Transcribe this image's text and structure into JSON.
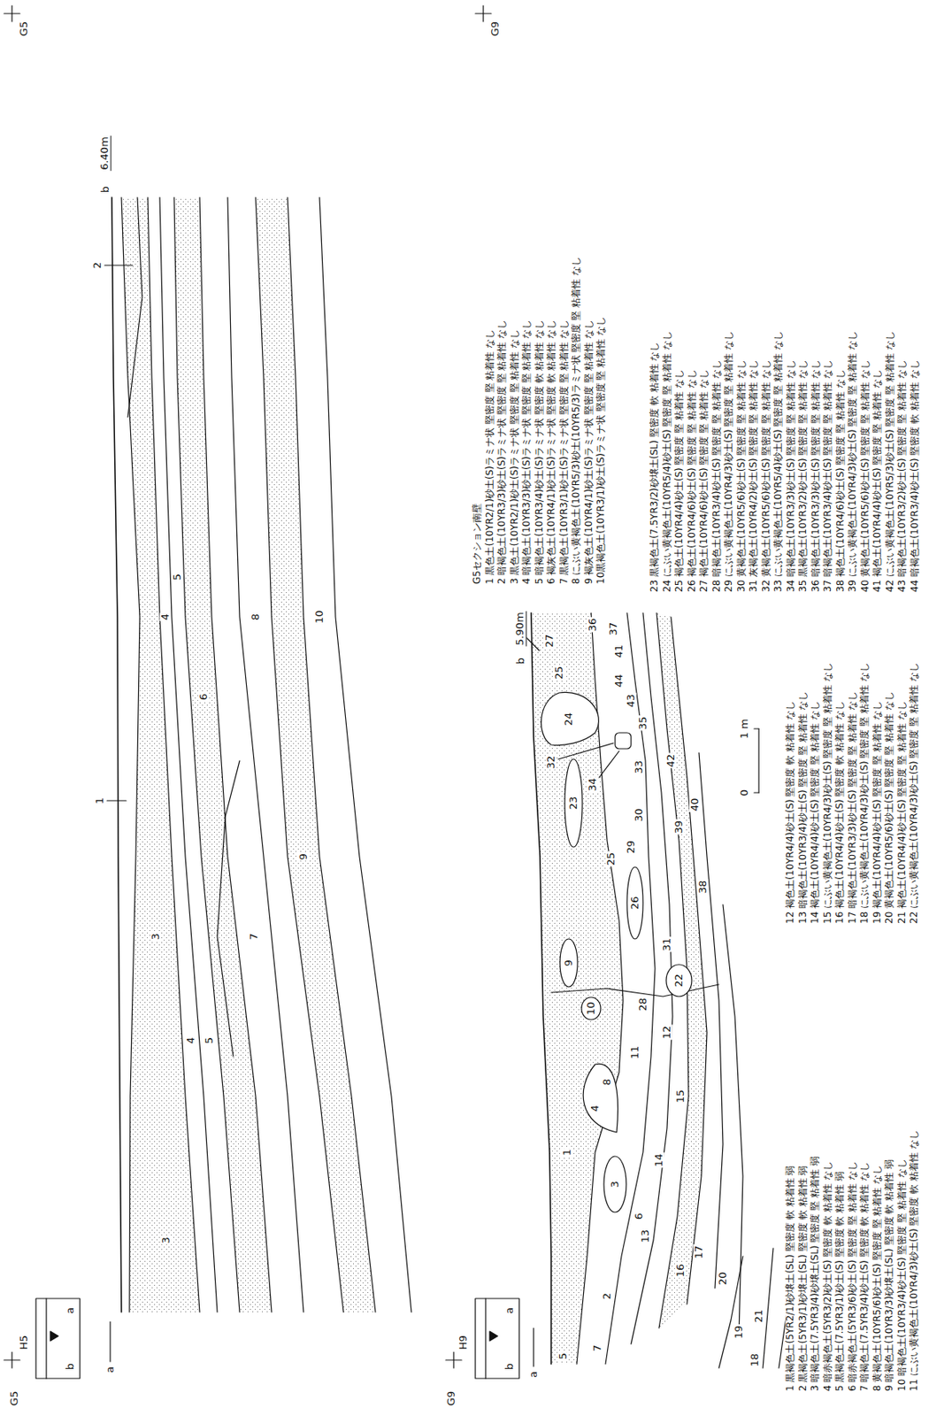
{
  "diagram": {
    "labels": [
      "G5",
      "b",
      "a",
      "H5",
      "G5",
      "a",
      "b",
      "6.40m",
      "1",
      "2",
      "3",
      "4",
      "5",
      "3",
      "4",
      "5",
      "6",
      "7",
      "8",
      "9",
      "10",
      "G5セクション南壁",
      "1 黒色土(10YR2/1)砂土(S)ラミナ状 堅密度 堅 粘着性 なし",
      "2 暗褐色土(10YR3/3)砂土(S)ラミナ状 堅密度 堅 粘着性 なし",
      "3 黒色土(10YR2/1)砂土(S)ラミナ状 堅密度 堅 粘着性 なし",
      "4 暗褐色土(10YR3/3)砂土(S)ラミナ状 堅密度 堅 粘着性 なし",
      "5 暗褐色土(10YR3/4)砂土(S)ラミナ状 堅密度 軟 粘着性 なし",
      "6 褐灰色土(10YR4/1)砂土(S)ラミナ状 堅密度 軟 粘着性 なし",
      "7 黒褐色土(10YR3/1)砂土(S)ラミナ状 堅密度 堅 粘着性 なし",
      "8 にぶい黄褐色土(10YR5/3)砂土(10YR5/3)ラミナ状 堅密度 堅 粘着性 なし",
      "9 褐灰色土(10YR4/1)砂土(S)ラミナ状 堅密度 堅 粘着性 なし",
      "10黒褐色土(10YR3/1)砂土(S)ラミナ状 堅密度 堅 粘着性 なし",
      "G9",
      "b",
      "a",
      "H9",
      "G9",
      "a",
      "b",
      "5.90m",
      "1",
      "2",
      "3",
      "4",
      "5",
      "6",
      "7",
      "8",
      "9",
      "10",
      "11",
      "12",
      "13",
      "14",
      "15",
      "16",
      "17",
      "18",
      "19",
      "20",
      "21",
      "22",
      "23",
      "24",
      "25",
      "25",
      "26",
      "27",
      "28",
      "29",
      "30",
      "31",
      "32",
      "33",
      "34",
      "35",
      "36",
      "37",
      "38",
      "39",
      "40",
      "41",
      "42",
      "43",
      "44",
      "0",
      "1 m",
      "1 黒褐色土(5YR2/1)砂壌土(SL) 堅密度 軟 粘着性 弱",
      "2 黒褐色土(5YR3/1)砂壌土(SL) 堅密度 軟 粘着性 弱",
      "3 暗褐色土(7.5YR3/4)砂壌土(SL) 堅密度 堅 粘着性 弱",
      "4 暗赤褐色土(5YR3/2)砂土(S) 堅密度 軟 粘着性 なし",
      "5 黒褐色土(7.5YR3/1)砂土(S) 堅密度 軟 粘着性 弱",
      "6 暗赤褐色土(5YR3/6)砂土(S) 堅密度 堅 粘着性 なし",
      "7 暗褐色土(7.5YR3/4)砂土(S) 堅密度 軟 粘着性 なし",
      "8 黄褐色土(10YR5/6)砂土(S) 堅密度 堅 粘着性 なし",
      "9 暗褐色土(10YR3/3)砂壌土(SL) 堅密度 軟 粘着性 弱",
      "10 暗褐色土(10YR3/4)砂土(S) 堅密度 堅 粘着性 なし",
      "11 にぶい黄褐色土(10YR4/3)砂土(S) 堅密度 軟 粘着性 なし",
      "12 褐色土(10YR4/4)砂土(S) 堅密度 軟 粘着性 なし",
      "13 暗褐色土(10YR3/4)砂土(S) 堅密度 堅 粘着性 なし",
      "14 褐色土(10YR4/4)砂土(S) 堅密度 堅 粘着性 なし",
      "15 にぶい黄褐色土(10YR4/3)砂土(S) 堅密度 堅 粘着性 なし",
      "16 褐色土(10YR4/4)砂土(S) 堅密度 軟 粘着性 なし",
      "17 暗褐色土(10YR3/3)砂土(S) 堅密度 堅 粘着性 なし",
      "18 にぶい黄褐色土(10YR4/3)砂土(S) 堅密度 堅 粘着性 なし",
      "19 褐色土(10YR4/4)砂土(S) 堅密度 堅 粘着性 なし",
      "20 黄褐色土(10YR5/6)砂土(S) 堅密度 堅 粘着性 なし",
      "21 褐色土(10YR4/4)砂土(S) 堅密度 堅 粘着性 なし",
      "22 にぶい黄褐色土(10YR4/3)砂土(S) 堅密度 堅 粘着性 なし",
      "23 黒褐色土(7.5YR3/2)砂壌土(SL) 堅密度 軟 粘着性 なし",
      "24 にぶい黄褐色土(10YR5/4)砂土(S) 堅密度 堅 粘着性 なし",
      "25 褐色土(10YR4/4)砂土(S) 堅密度 堅 粘着性 なし",
      "26 褐色土(10YR4/6)砂土(S) 堅密度 堅 粘着性 なし",
      "27 褐色土(10YR4/6)砂土(S) 堅密度 堅 粘着性 なし",
      "28 暗褐色土(10YR3/4)砂土(S) 堅密度 堅 粘着性 なし",
      "29 にぶい黄褐色土(10YR4/3)砂土(S) 堅密度 堅 粘着性 なし",
      "30 黄褐色土(10YR5/6)砂土(S) 堅密度 堅 粘着性 なし",
      "31 灰褐色土(10YR4/2)砂土(S) 堅密度 堅 粘着性 なし",
      "32 黄褐色土(10YR5/6)砂土(S) 堅密度 堅 粘着性 なし",
      "33 にぶい黄褐色土(10YR5/4)砂土(S) 堅密度 堅 粘着性 なし",
      "34 暗褐色土(10YR3/3)砂土(S) 堅密度 堅 粘着性 なし",
      "35 黒褐色土(10YR3/2)砂土(S) 堅密度 堅 粘着性 なし",
      "36 暗褐色土(10YR3/3)砂土(S) 堅密度 堅 粘着性 なし",
      "37 暗褐色土(10YR3/4)砂土(S) 堅密度 堅 粘着性 なし",
      "38 褐色土(10YR4/6)砂土(S) 堅密度 堅 粘着性 なし",
      "39 にぶい黄褐色土(10YR4/3)砂土(S) 堅密度 堅 粘着性 なし",
      "40 黄褐色土(10YR5/6)砂土(S) 堅密度 堅 粘着性 なし",
      "41 褐色土(10YR4/4)砂土(S) 堅密度 堅 粘着性 なし",
      "42 にぶい黄褐色土(10YR5/3)砂土(S) 堅密度 堅 粘着性 なし",
      "43 暗褐色土(10YR3/2)砂土(S) 堅密度 堅 粘着性 なし",
      "44 暗褐色土(10YR3/4)砂土(S) 堅密度 軟 粘着性 なし"
    ]
  }
}
